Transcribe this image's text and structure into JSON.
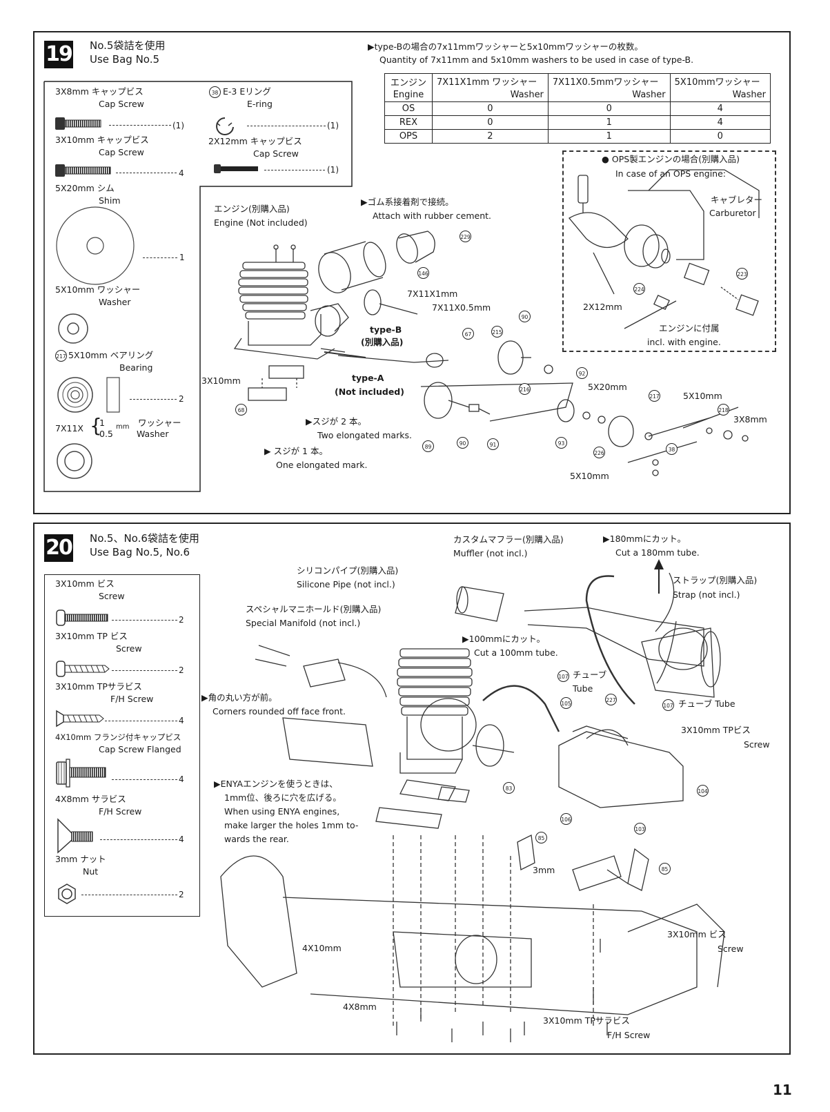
{
  "page_number": "11",
  "step19": {
    "number": "19",
    "bag_jp": "No.5袋詰を使用",
    "bag_en": "Use Bag No.5",
    "parts": [
      {
        "jp": "3X8mm キャップビス",
        "en": "Cap Screw",
        "qty": "(1)"
      },
      {
        "jp": "3X10mm キャップビス",
        "en": "Cap Screw",
        "qty": "4"
      },
      {
        "jp": "5X20mm シム",
        "en": "Shim",
        "qty": "1"
      },
      {
        "jp": "5X10mm ワッシャー",
        "en": "Washer",
        "qty": ""
      },
      {
        "jp": "5X10mm ベアリング",
        "en": "Bearing",
        "qty": "2",
        "ref": "217"
      },
      {
        "jp": "ワッシャー",
        "en": "Washer",
        "qty": ""
      },
      {
        "jp": "E-3 Eリング",
        "en": "E-ring",
        "qty": "(1)",
        "ref": "38"
      },
      {
        "jp": "2X12mm キャップビス",
        "en": "Cap Screw",
        "qty": "(1)"
      }
    ],
    "washer_size_a": "7X11X",
    "washer_size_b1": "1",
    "washer_size_b2": "0.5",
    "washer_unit": "mm",
    "table_note_jp": "▶type-Bの場合の7x11mmワッシャーと5x10mmワッシャーの枚数。",
    "table_note_en": "Quantity of 7x11mm and 5x10mm washers to be used in case of type-B.",
    "table": {
      "headers_jp": [
        "エンジン",
        "7X11X1mm ワッシャー",
        "7X11X0.5mmワッシャー",
        "5X10mmワッシャー"
      ],
      "headers_en": [
        "Engine",
        "Washer",
        "Washer",
        "Washer"
      ],
      "rows": [
        [
          "OS",
          "0",
          "0",
          "4"
        ],
        [
          "REX",
          "0",
          "1",
          "4"
        ],
        [
          "OPS",
          "2",
          "1",
          "0"
        ]
      ]
    },
    "ops_box": {
      "title_jp": "● OPS製エンジンの場合(別購入品)",
      "title_en": "In case of an OPS engine:",
      "carb_jp": "キャブレター",
      "carb_en": "Carburetor",
      "size": "2X12mm",
      "incl_jp": "エンジンに付属",
      "incl_en": "incl. with engine."
    },
    "labels": {
      "engine_jp": "エンジン(別購入品)",
      "engine_en": "Engine (Not included)",
      "rubber_jp": "▶ゴム系接着剤で接続。",
      "rubber_en": "Attach with rubber cement.",
      "w1": "7X11X1mm",
      "w2": "7X11X0.5mm",
      "typeb_en": "type-B",
      "typeb_jp": "(別購入品)",
      "typea_en": "type-A",
      "typea_jp": "(Not included)",
      "screw_3x10": "3X10mm",
      "two_marks_jp": "▶スジが 2 本。",
      "two_marks_en": "Two elongated marks.",
      "one_mark_jp": "▶ スジが 1 本。",
      "one_mark_en": "One elongated mark.",
      "s5x20": "5X20mm",
      "s5x10a": "5X10mm",
      "s3x8": "3X8mm",
      "s5x10b": "5X10mm"
    },
    "callouts": [
      "229",
      "146",
      "67",
      "215",
      "90",
      "216",
      "92",
      "68",
      "89",
      "90",
      "91",
      "93",
      "217",
      "226",
      "218",
      "38"
    ]
  },
  "step20": {
    "number": "20",
    "bag_jp": "No.5、No.6袋詰を使用",
    "bag_en": "Use Bag No.5, No.6",
    "parts": [
      {
        "jp": "3X10mm ビス",
        "en": "Screw",
        "qty": "2"
      },
      {
        "jp": "3X10mm TP ビス",
        "en": "Screw",
        "qty": "2"
      },
      {
        "jp": "3X10mm TPサラビス",
        "en": "F/H Screw",
        "qty": "4"
      },
      {
        "jp": "4X10mm フランジ付キャップビス",
        "en": "Cap Screw Flanged",
        "qty": "4"
      },
      {
        "jp": "4X8mm サラビス",
        "en": "F/H Screw",
        "qty": "4"
      },
      {
        "jp": "3mm ナット",
        "en": "Nut",
        "qty": "2"
      }
    ],
    "labels": {
      "muffler_jp": "カスタムマフラー(別購入品)",
      "muffler_en": "Muffler (not incl.)",
      "cut180_jp": "▶180mmにカット。",
      "cut180_en": "Cut a 180mm tube.",
      "pipe_jp": "シリコンパイプ(別購入品)",
      "pipe_en": "Silicone Pipe (not incl.)",
      "strap_jp": "ストラップ(別購入品)",
      "strap_en": "Strap (not incl.)",
      "manifold_jp": "スペシャルマニホールド(別購入品)",
      "manifold_en": "Special Manifold (not incl.)",
      "cut100_jp": "▶100mmにカット。",
      "cut100_en": "Cut a 100mm tube.",
      "tube1_jp": "チューブ",
      "tube1_en": "Tube",
      "tube2": "チューブ  Tube",
      "corners_jp": "▶角の丸い方が前。",
      "corners_en": "Corners rounded off face front.",
      "tp_jp": "3X10mm TPビス",
      "tp_en": "Screw",
      "enya_jp1": "▶ENYAエンジンを使うときは、",
      "enya_jp2": "1mm位、後ろに穴を広げる。",
      "enya_en1": "When using ENYA engines,",
      "enya_en2": "make larger the holes 1mm to-",
      "enya_en3": "wards the rear.",
      "nut3mm": "3mm",
      "bis_jp": "3X10mm ビス",
      "bis_en": "Screw",
      "s4x10": "4X10mm",
      "s4x8": "4X8mm",
      "fh_jp": "3X10mm TPサラビス",
      "fh_en": "F/H Screw"
    },
    "callouts": [
      "107",
      "227",
      "107",
      "105",
      "104",
      "83",
      "106",
      "85",
      "103",
      "85"
    ]
  }
}
